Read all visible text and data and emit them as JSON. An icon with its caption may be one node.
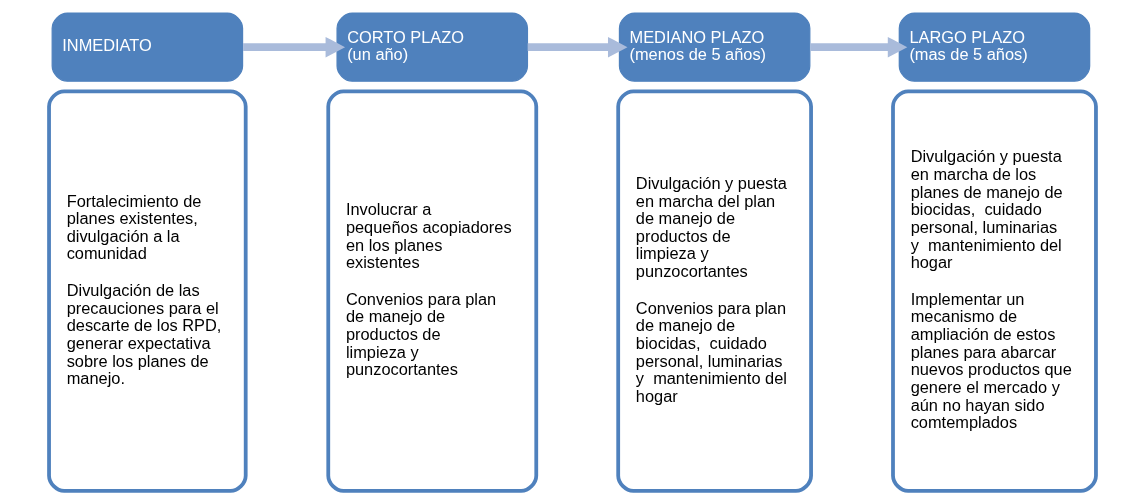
{
  "diagram": {
    "nodes": [
      {
        "text": [
          "INMEDIATO"
        ]
      },
      {
        "text": [
          "Fortalecimiento de planes existentes, divulgación a la comunidad",
          "Divulgación de las precauciones para el descarte de los RPD, generar expectativa sobre los planes de manejo."
        ]
      },
      {
        "text": [
          "CORTO PLAZO",
          "(un año)"
        ]
      },
      {
        "text": [
          "Involucrar a pequeños acopiadores en los planes existentes",
          "Convenios para plan de manejo de productos de limpieza y punzocortantes"
        ]
      },
      {
        "text": [
          "MEDIANO PLAZO",
          "(menos de 5 años)"
        ]
      },
      {
        "text": [
          "Divulgación y puesta en marcha del plan de manejo de productos de limpieza y punzocortantes",
          "Convenios para plan de manejo de biocidas,  cuidado personal, luminarias y  mantenimiento del hogar"
        ]
      },
      {
        "text": [
          "LARGO PLAZO",
          "(mas de 5 años)"
        ]
      },
      {
        "text": [
          "Divulgación y puesta en marcha de los planes de manejo de biocidas,  cuidado personal, luminarias y  mantenimiento del hogar",
          "Implementar un mecanismo de ampliación de estos planes para abarcar nuevos productos que genere el mercado y aún no hayan sido comtemplados"
        ]
      }
    ],
    "edges": [
      {
        "from": 0,
        "to": 2,
        "arrow": "to"
      },
      {
        "from": 2,
        "to": 4,
        "arrow": "to"
      },
      {
        "from": 4,
        "to": 6,
        "arrow": "to"
      }
    ]
  }
}
